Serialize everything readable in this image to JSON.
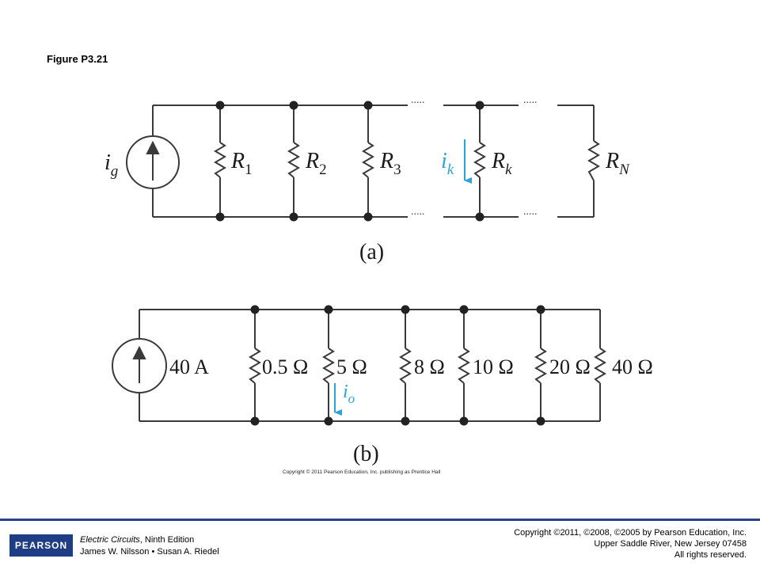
{
  "figure_title": "Figure P3.21",
  "circuit_a": {
    "source_label": "i",
    "source_sub": "g",
    "resistors": [
      {
        "name": "R",
        "sub": "1"
      },
      {
        "name": "R",
        "sub": "2"
      },
      {
        "name": "R",
        "sub": "3"
      },
      {
        "name": "R",
        "sub": "k"
      },
      {
        "name": "R",
        "sub": "N"
      }
    ],
    "current_label": "i",
    "current_sub": "k",
    "ellipsis": ".....",
    "caption": "(a)"
  },
  "circuit_b": {
    "source_value": "40 A",
    "resistors": [
      "0.5 Ω",
      "5 Ω",
      "8 Ω",
      "10 Ω",
      "20 Ω",
      "40 Ω"
    ],
    "current_label": "i",
    "current_sub": "o",
    "caption": "(b)"
  },
  "figure_copyright": "Copyright © 2011 Pearson Education, Inc. publishing as Prentice Hall",
  "footer": {
    "logo_text": "PEARSON",
    "book_title": "Electric Circuits",
    "book_edition": ", Ninth Edition",
    "authors": "James W. Nilsson • Susan A. Riedel",
    "copyright_line1": "Copyright ©2011, ©2008, ©2005 by Pearson Education, Inc.",
    "copyright_line2": "Upper Saddle River, New Jersey 07458",
    "copyright_line3": "All rights reserved."
  },
  "colors": {
    "current_arrow": "#29a3dc",
    "footer_brand": "#1f3d85"
  }
}
